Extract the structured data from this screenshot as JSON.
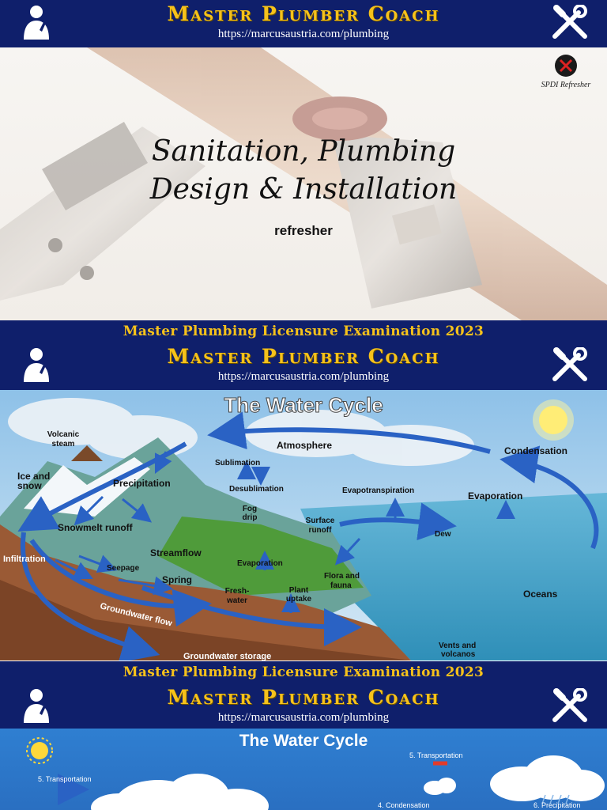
{
  "banner": {
    "title": "Master Plumber Coach",
    "url": "https://marcusaustria.com/plumbing"
  },
  "exam_strip": "Master Plumbing Licensure Examination 2023",
  "slide1": {
    "title_line1": "Sanitation, Plumbing",
    "title_line2": "Design & Installation",
    "subtitle": "refresher",
    "logo_label": "SPDI Refresher"
  },
  "slide2": {
    "title": "The Water Cycle",
    "labels": {
      "volcanic": "Volcanic",
      "steam": "steam",
      "atmosphere": "Atmosphere",
      "condensation": "Condensation",
      "ice": "Ice and",
      "snow": "snow",
      "precipitation": "Precipitation",
      "sublimation": "Sublimation",
      "desublimation": "Desublimation",
      "evapotranspiration": "Evapotranspiration",
      "evaporation_sea": "Evaporation",
      "fog": "Fog",
      "drip": "drip",
      "surface": "Surface",
      "runoff": "runoff",
      "snowmelt": "Snowmelt runoff",
      "dew": "Dew",
      "streamflow": "Streamflow",
      "infiltration": "Infiltration",
      "seepage": "Seepage",
      "evaporation_land": "Evaporation",
      "flora": "Flora and",
      "fauna": "fauna",
      "spring": "Spring",
      "fresh": "Fresh-",
      "water": "water",
      "plant": "Plant",
      "uptake": "uptake",
      "oceans": "Oceans",
      "gw_flow": "Groundwater flow",
      "gw_storage": "Groundwater storage",
      "vents": "Vents and",
      "volcanos": "volcanos"
    }
  },
  "slide3": {
    "title": "The Water Cycle",
    "label_transport_left": "5. Transportation",
    "label_transport_right": "5. Transportation",
    "label_condensation": "4. Condensation",
    "label_precipitation": "6. Precipitation"
  },
  "colors": {
    "banner_bg": "#0f1f6b",
    "banner_gold": "#f6c21b",
    "arrow_blue": "#2a62c4"
  },
  "icons": [
    "thinking-person-icon",
    "wrench-screwdriver-icon",
    "spdi-logo-icon",
    "sun-icon",
    "cloud-icon"
  ]
}
